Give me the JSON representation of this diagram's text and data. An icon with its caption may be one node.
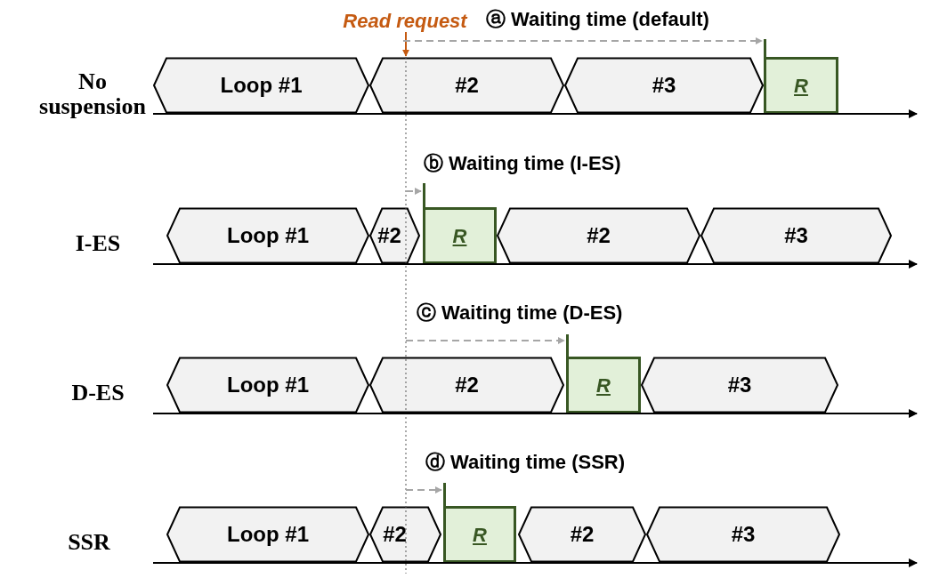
{
  "diagram": {
    "nodes": [
      {
        "text": [
          "Read request"
        ]
      },
      {
        "text": [
          "Loop #1"
        ]
      },
      {
        "text": [
          "#2"
        ]
      },
      {
        "text": [
          "#3"
        ]
      },
      {
        "text": [
          "R"
        ]
      },
      {
        "text": [
          "Loop #1"
        ]
      },
      {
        "text": [
          "#2"
        ]
      },
      {
        "text": [
          "R"
        ]
      },
      {
        "text": [
          "#2"
        ]
      },
      {
        "text": [
          "#3"
        ]
      },
      {
        "text": [
          "Loop #1"
        ]
      },
      {
        "text": [
          "#2"
        ]
      },
      {
        "text": [
          "R"
        ]
      },
      {
        "text": [
          "#3"
        ]
      },
      {
        "text": [
          "Loop #1"
        ]
      },
      {
        "text": [
          "#2"
        ]
      },
      {
        "text": [
          "R"
        ]
      },
      {
        "text": [
          "#2"
        ]
      },
      {
        "text": [
          "#3"
        ]
      }
    ],
    "edges": [
      {
        "from": 0,
        "to": 2,
        "arrow": "to",
        "color": "#c55a11"
      },
      {
        "from": 0,
        "to": 4,
        "arrow": "to",
        "style": "dashed",
        "label": "ⓐ Waiting time (default)"
      },
      {
        "from": null,
        "to": 7,
        "arrow": "to",
        "style": "dashed",
        "label": "ⓑ Waiting time (I-ES)"
      },
      {
        "from": null,
        "to": 12,
        "arrow": "to",
        "style": "dashed",
        "label": "ⓒ Waiting time (D-ES)"
      },
      {
        "from": null,
        "to": 16,
        "arrow": "to",
        "style": "dashed",
        "label": "ⓓ Waiting time (SSR)"
      }
    ],
    "labels": [
      "No suspension",
      "I-ES",
      "D-ES",
      "SSR"
    ]
  }
}
